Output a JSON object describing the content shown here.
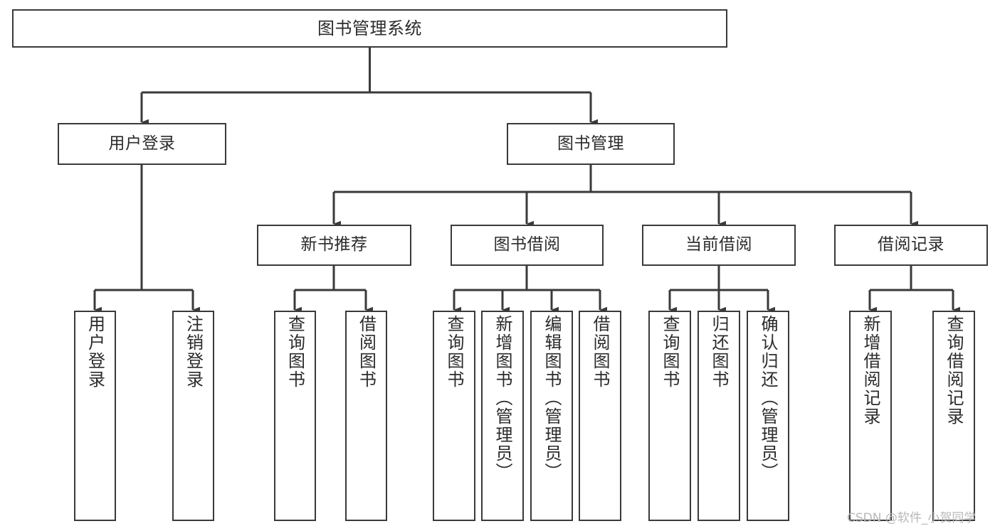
{
  "diagram": {
    "title": "图书管理系统",
    "type": "tree-hierarchy",
    "orientation": "top-down",
    "colors": {
      "box_border": "#3a3a3a",
      "box_fill": "#ffffff",
      "connector": "#3a3a3a",
      "text": "#2b2b2b",
      "watermark": "#b8b8b8",
      "background": "#ffffff"
    },
    "watermark": "CSDN @软件_小贺同学"
  },
  "nodes": {
    "root": {
      "label": "图书管理系统"
    },
    "level2": [
      {
        "label": "用户登录"
      },
      {
        "label": "图书管理"
      }
    ],
    "level3": [
      {
        "label": "新书推荐"
      },
      {
        "label": "图书借阅"
      },
      {
        "label": "当前借阅"
      },
      {
        "label": "借阅记录"
      }
    ],
    "leaves": {
      "user_login": [
        {
          "label": "用户登录"
        },
        {
          "label": "注销登录"
        }
      ],
      "new_book_recommend": [
        {
          "label": "查询图书"
        },
        {
          "label": "借阅图书"
        }
      ],
      "book_borrow": [
        {
          "label": "查询图书"
        },
        {
          "label": "新增图书（管理员）"
        },
        {
          "label": "编辑图书（管理员）"
        },
        {
          "label": "借阅图书"
        }
      ],
      "current_borrow": [
        {
          "label": "查询图书"
        },
        {
          "label": "归还图书"
        },
        {
          "label": "确认归还（管理员）"
        }
      ],
      "borrow_record": [
        {
          "label": "新增借阅记录"
        },
        {
          "label": "查询借阅记录"
        }
      ]
    }
  }
}
